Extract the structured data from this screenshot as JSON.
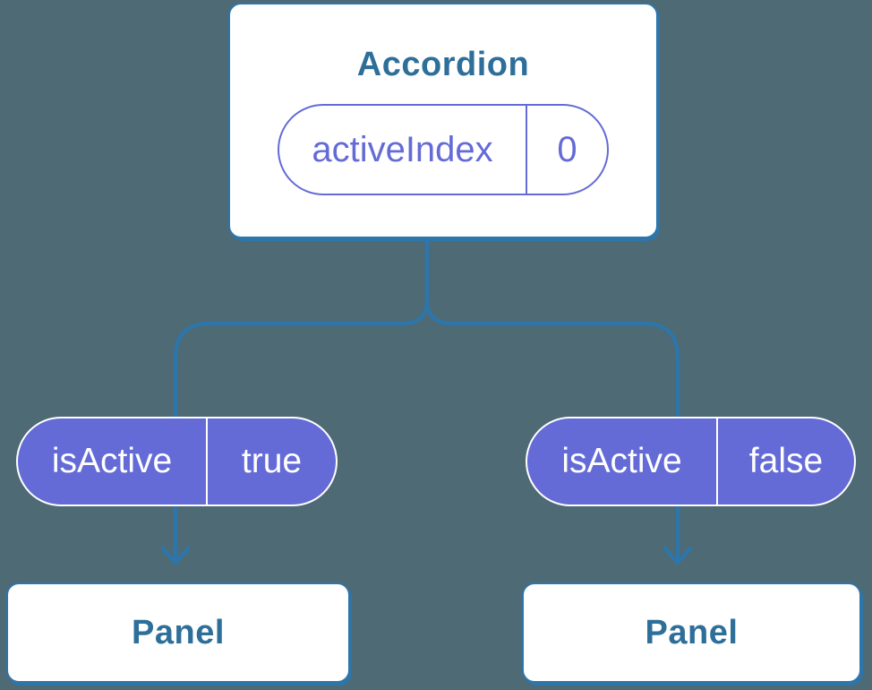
{
  "theme": {
    "background": "#4E6A74",
    "line": "#2E75AA",
    "purple": "#646BD6",
    "title_color": "#2E6F9A"
  },
  "diagram": {
    "type": "component-tree",
    "root": {
      "title": "Accordion",
      "state": {
        "name": "activeIndex",
        "value": "0"
      }
    },
    "props": [
      {
        "name": "isActive",
        "value": "true"
      },
      {
        "name": "isActive",
        "value": "false"
      }
    ],
    "panels": [
      {
        "title": "Panel"
      },
      {
        "title": "Panel"
      }
    ]
  }
}
